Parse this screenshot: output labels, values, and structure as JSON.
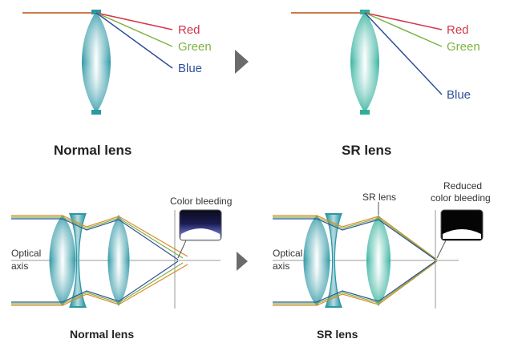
{
  "colors": {
    "red": "#d2374b",
    "green": "#7cb342",
    "blue": "#2f4f9a",
    "orange": "#d98a2b",
    "arrow": "#6b6b6b",
    "lens_teal": "#2f9aa6",
    "sr_lens": "#3fbba6"
  },
  "top_left": {
    "labels": {
      "red": "Red",
      "green": "Green",
      "blue": "Blue"
    },
    "caption": "Normal lens"
  },
  "top_right": {
    "labels": {
      "red": "Red",
      "green": "Green",
      "blue": "Blue"
    },
    "caption": "SR lens"
  },
  "bottom_left": {
    "axis_label_line1": "Optical",
    "axis_label_line2": "axis",
    "callout": "Color bleeding",
    "caption": "Normal lens"
  },
  "bottom_right": {
    "axis_label_line1": "Optical",
    "axis_label_line2": "axis",
    "lens_label": "SR lens",
    "callout_line1": "Reduced",
    "callout_line2": "color bleeding",
    "caption": "SR lens"
  }
}
